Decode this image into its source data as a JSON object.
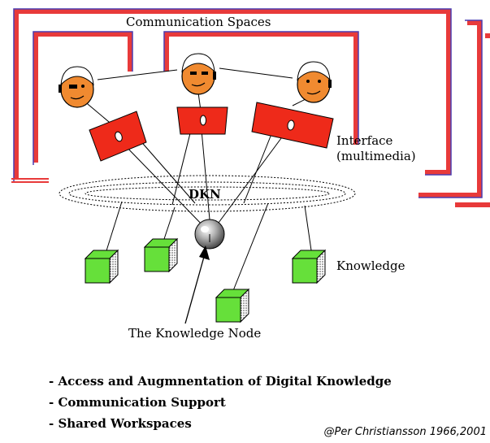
{
  "labels": {
    "communication_spaces": "Communication Spaces",
    "interface_line1": "Interface",
    "interface_line2": "(multimedia)",
    "dkn": "DKN",
    "knowledge": "Knowledge",
    "knowledge_node": "The Knowledge Node"
  },
  "bullets": [
    "- Access and Augmnentation of Digital Knowledge",
    "- Communication Support",
    "- Shared Workspaces"
  ],
  "credit": "@Per Christiansson 1966,2001",
  "colors": {
    "frame_red": "#e83a3a",
    "frame_blue": "#4a3cb0",
    "screen_red": "#ee2a1a",
    "face_orange": "#f08a30",
    "cube_green": "#66e03a",
    "node_gray": "#9a9a9a"
  },
  "icons": {
    "person": "person-head-icon",
    "interface": "screen-icon",
    "knowledge": "cube-icon",
    "node": "sphere-icon"
  }
}
